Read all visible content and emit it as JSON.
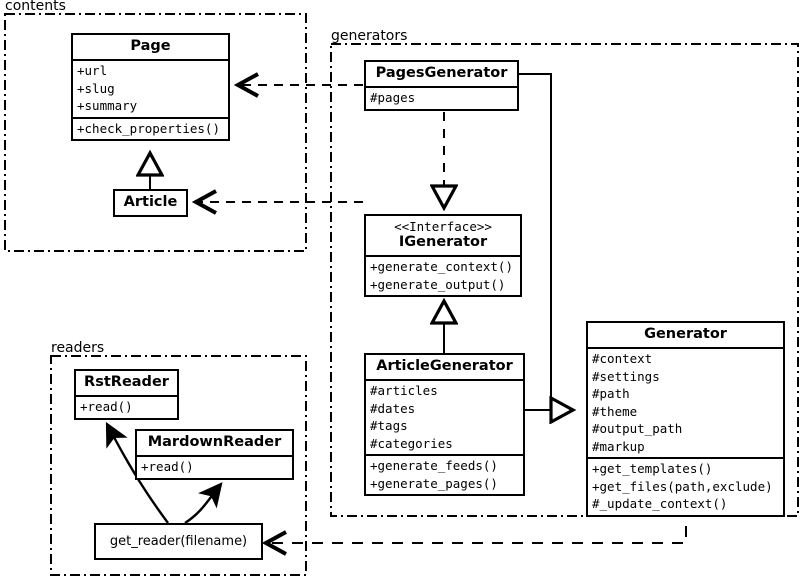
{
  "diagram": {
    "type": "uml-class-diagram",
    "packages": [
      {
        "id": "contents",
        "label": "contents"
      },
      {
        "id": "generators",
        "label": "generators"
      },
      {
        "id": "readers",
        "label": "readers"
      }
    ],
    "classes": [
      {
        "id": "page",
        "name": "Page",
        "stereotype": "",
        "attributes": [
          "+url",
          "+slug",
          "+summary"
        ],
        "methods": [
          "+check_properties()"
        ]
      },
      {
        "id": "article",
        "name": "Article",
        "stereotype": "",
        "attributes": [],
        "methods": []
      },
      {
        "id": "pages-generator",
        "name": "PagesGenerator",
        "stereotype": "",
        "attributes": [
          "#pages"
        ],
        "methods": []
      },
      {
        "id": "igenerator",
        "name": "IGenerator",
        "stereotype": "<<Interface>>",
        "attributes": [],
        "methods": [
          "+generate_context()",
          "+generate_output()"
        ]
      },
      {
        "id": "article-generator",
        "name": "ArticleGenerator",
        "stereotype": "",
        "attributes": [
          "#articles",
          "#dates",
          "#tags",
          "#categories"
        ],
        "methods": [
          "+generate_feeds()",
          "+generate_pages()"
        ]
      },
      {
        "id": "generator",
        "name": "Generator",
        "stereotype": "",
        "attributes": [
          "#context",
          "#settings",
          "#path",
          "#theme",
          "#output_path",
          "#markup"
        ],
        "methods": [
          "+get_templates()",
          "+get_files(path,exclude)",
          "#_update_context()"
        ]
      },
      {
        "id": "rst-reader",
        "name": "RstReader",
        "stereotype": "",
        "attributes": [],
        "methods": [
          "+read()"
        ]
      },
      {
        "id": "mardown-reader",
        "name": "MardownReader",
        "stereotype": "",
        "attributes": [],
        "methods": [
          "+read()"
        ]
      }
    ],
    "functions": [
      {
        "id": "get-reader",
        "label": "get_reader(filename)"
      }
    ],
    "relations": [
      {
        "id": "article-inherits-page",
        "from": "article",
        "to": "page",
        "kind": "generalization"
      },
      {
        "id": "pagesgenerator-realizes-igenerator",
        "from": "pages-generator",
        "to": "igenerator",
        "kind": "realization"
      },
      {
        "id": "articlegenerator-realizes-igenerator",
        "from": "article-generator",
        "to": "igenerator",
        "kind": "generalization"
      },
      {
        "id": "pagesgenerator-inherits-generator",
        "from": "pages-generator",
        "to": "generator",
        "kind": "generalization"
      },
      {
        "id": "articlegenerator-inherits-generator",
        "from": "article-generator",
        "to": "generator",
        "kind": "generalization"
      },
      {
        "id": "pagesgenerator-uses-page",
        "from": "pages-generator",
        "to": "page",
        "kind": "dependency"
      },
      {
        "id": "articlegenerator-uses-article",
        "from": "article-generator",
        "to": "article",
        "kind": "dependency"
      },
      {
        "id": "generator-uses-get-reader",
        "from": "generator",
        "to": "get-reader",
        "kind": "dependency"
      },
      {
        "id": "get-reader-returns-rstreader",
        "from": "get-reader",
        "to": "rst-reader",
        "kind": "flow"
      },
      {
        "id": "get-reader-returns-mardownreader",
        "from": "get-reader",
        "to": "mardown-reader",
        "kind": "flow"
      }
    ],
    "colors": {
      "stroke": "#000000",
      "fill": "#ffffff"
    }
  }
}
